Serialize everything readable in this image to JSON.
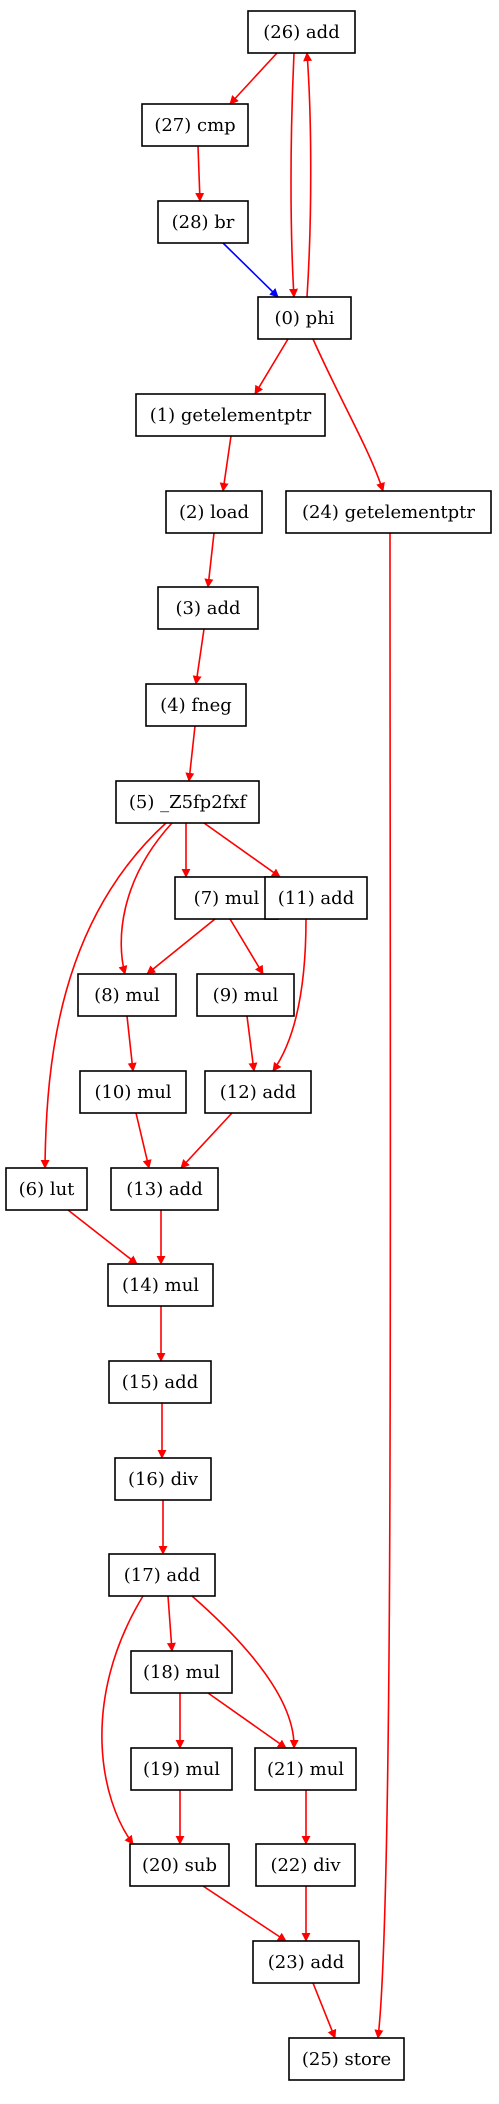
{
  "nodes": [
    {
      "id": "n0",
      "label": "(0) phi"
    },
    {
      "id": "n1",
      "label": "(1) getelementptr"
    },
    {
      "id": "n2",
      "label": "(2) load"
    },
    {
      "id": "n3",
      "label": "(3) add"
    },
    {
      "id": "n4",
      "label": "(4) fneg"
    },
    {
      "id": "n5",
      "label": "(5) _Z5fp2fxf"
    },
    {
      "id": "n6",
      "label": "(6) lut"
    },
    {
      "id": "n7",
      "label": "(7) mul"
    },
    {
      "id": "n8",
      "label": "(8) mul"
    },
    {
      "id": "n9",
      "label": "(9) mul"
    },
    {
      "id": "n10",
      "label": "(10) mul"
    },
    {
      "id": "n11",
      "label": "(11) add"
    },
    {
      "id": "n12",
      "label": "(12) add"
    },
    {
      "id": "n13",
      "label": "(13) add"
    },
    {
      "id": "n14",
      "label": "(14) mul"
    },
    {
      "id": "n15",
      "label": "(15) add"
    },
    {
      "id": "n16",
      "label": "(16) div"
    },
    {
      "id": "n17",
      "label": "(17) add"
    },
    {
      "id": "n18",
      "label": "(18) mul"
    },
    {
      "id": "n19",
      "label": "(19) mul"
    },
    {
      "id": "n20",
      "label": "(20) sub"
    },
    {
      "id": "n21",
      "label": "(21) mul"
    },
    {
      "id": "n22",
      "label": "(22) div"
    },
    {
      "id": "n23",
      "label": "(23) add"
    },
    {
      "id": "n24",
      "label": "(24) getelementptr"
    },
    {
      "id": "n25",
      "label": "(25) store"
    },
    {
      "id": "n26",
      "label": "(26) add"
    },
    {
      "id": "n27",
      "label": "(27) cmp"
    },
    {
      "id": "n28",
      "label": "(28) br"
    }
  ],
  "edges": [
    {
      "from": "n26",
      "to": "n27",
      "color": "#ff0000"
    },
    {
      "from": "n26",
      "to": "n0",
      "color": "#ff0000"
    },
    {
      "from": "n0",
      "to": "n26",
      "color": "#ff0000"
    },
    {
      "from": "n27",
      "to": "n28",
      "color": "#ff0000"
    },
    {
      "from": "n28",
      "to": "n0",
      "color": "#0000ff"
    },
    {
      "from": "n0",
      "to": "n1",
      "color": "#ff0000"
    },
    {
      "from": "n0",
      "to": "n24",
      "color": "#ff0000"
    },
    {
      "from": "n1",
      "to": "n2",
      "color": "#ff0000"
    },
    {
      "from": "n2",
      "to": "n3",
      "color": "#ff0000"
    },
    {
      "from": "n3",
      "to": "n4",
      "color": "#ff0000"
    },
    {
      "from": "n4",
      "to": "n5",
      "color": "#ff0000"
    },
    {
      "from": "n5",
      "to": "n6",
      "color": "#ff0000"
    },
    {
      "from": "n5",
      "to": "n8",
      "color": "#ff0000"
    },
    {
      "from": "n5",
      "to": "n7",
      "color": "#ff0000"
    },
    {
      "from": "n5",
      "to": "n11",
      "color": "#ff0000"
    },
    {
      "from": "n7",
      "to": "n8",
      "color": "#ff0000"
    },
    {
      "from": "n7",
      "to": "n9",
      "color": "#ff0000"
    },
    {
      "from": "n11",
      "to": "n12",
      "color": "#ff0000"
    },
    {
      "from": "n8",
      "to": "n10",
      "color": "#ff0000"
    },
    {
      "from": "n9",
      "to": "n12",
      "color": "#ff0000"
    },
    {
      "from": "n10",
      "to": "n13",
      "color": "#ff0000"
    },
    {
      "from": "n12",
      "to": "n13",
      "color": "#ff0000"
    },
    {
      "from": "n6",
      "to": "n14",
      "color": "#ff0000"
    },
    {
      "from": "n13",
      "to": "n14",
      "color": "#ff0000"
    },
    {
      "from": "n14",
      "to": "n15",
      "color": "#ff0000"
    },
    {
      "from": "n15",
      "to": "n16",
      "color": "#ff0000"
    },
    {
      "from": "n16",
      "to": "n17",
      "color": "#ff0000"
    },
    {
      "from": "n17",
      "to": "n18",
      "color": "#ff0000"
    },
    {
      "from": "n17",
      "to": "n20",
      "color": "#ff0000"
    },
    {
      "from": "n17",
      "to": "n21",
      "color": "#ff0000"
    },
    {
      "from": "n18",
      "to": "n19",
      "color": "#ff0000"
    },
    {
      "from": "n18",
      "to": "n21",
      "color": "#ff0000"
    },
    {
      "from": "n19",
      "to": "n20",
      "color": "#ff0000"
    },
    {
      "from": "n21",
      "to": "n22",
      "color": "#ff0000"
    },
    {
      "from": "n20",
      "to": "n23",
      "color": "#ff0000"
    },
    {
      "from": "n22",
      "to": "n23",
      "color": "#ff0000"
    },
    {
      "from": "n23",
      "to": "n25",
      "color": "#ff0000"
    },
    {
      "from": "n24",
      "to": "n25",
      "color": "#ff0000"
    }
  ]
}
